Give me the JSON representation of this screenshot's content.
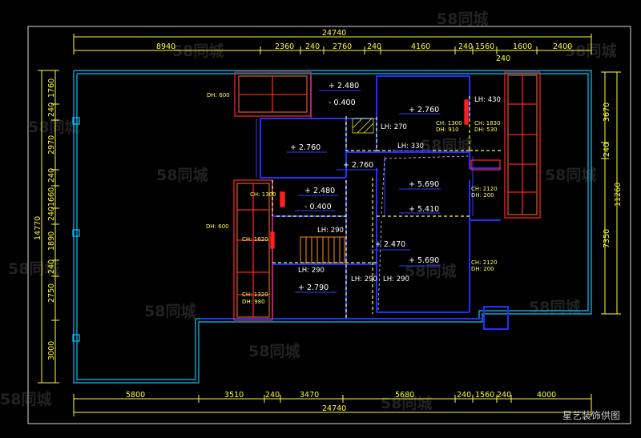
{
  "credit": "星艺装饰供图",
  "watermark": "58同城",
  "top_dims": {
    "total": "24740",
    "row": [
      "8940",
      "2360",
      "240",
      "2760",
      "240",
      "4160",
      "240",
      "1560",
      "1600",
      "2400"
    ],
    "extra": "240"
  },
  "bottom_dims": {
    "total": "24740",
    "row": [
      "5800",
      "3510",
      "240",
      "3470",
      "5680",
      "240",
      "1560",
      "240",
      "4000"
    ]
  },
  "left_dims": {
    "total": "14770",
    "row": [
      "1760",
      "240",
      "2970",
      "240",
      "1660",
      "240",
      "1890",
      "240",
      "2750",
      "3000"
    ]
  },
  "right_dims": {
    "total": "11260",
    "row": [
      "3670",
      "240",
      "7350"
    ]
  },
  "levels": [
    "+ 2.480",
    "- 0.400",
    "+ 2.760",
    "+ 2.760",
    "+ 2.760",
    "+ 2.480",
    "- 0.400",
    "+ 5.690",
    "+ 5.410",
    "+ 2.470",
    "+ 5.690",
    "+ 2.790"
  ],
  "small_labels": [
    "DH: 600",
    "DH: 600",
    "CH: 1300",
    "CH: 1620",
    "CH: 1320",
    "DH: 980",
    "CH: 1300",
    "DH: 910",
    "CH: 1830",
    "DH: 530",
    "CH: 2120",
    "DH: 200",
    "CH: 2120",
    "DH: 200"
  ],
  "lh_labels": [
    "LH: 430",
    "LH: 270",
    "LH: 330",
    "LH: 290",
    "LH: 290",
    "LH: 290",
    "LH: 290"
  ]
}
